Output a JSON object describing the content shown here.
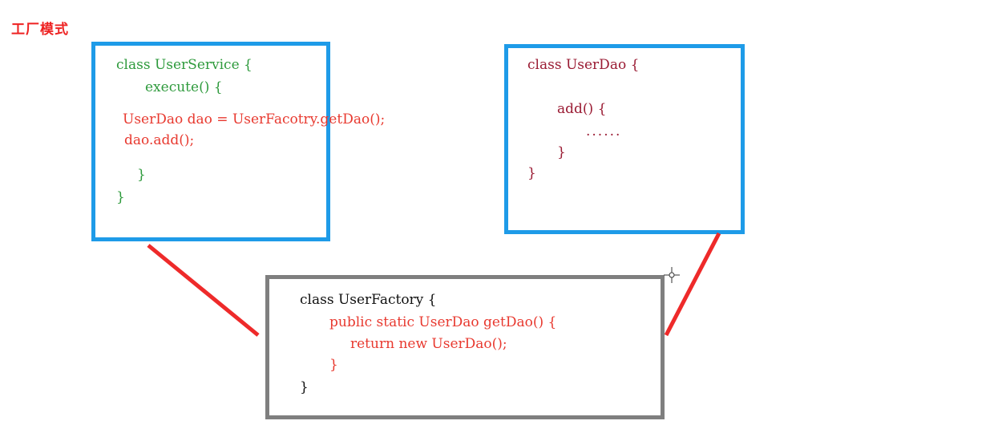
{
  "title": "工厂模式",
  "user_service": {
    "class_line": "class UserService {",
    "method_line": "execute() {",
    "stmt1": "UserDao dao = UserFacotry.getDao();",
    "stmt2": "dao.add();",
    "method_close": "}",
    "class_close": "}"
  },
  "user_dao": {
    "class_line": "class UserDao {",
    "method_line": "add() {",
    "body": "......",
    "method_close": "}",
    "class_close": "}"
  },
  "user_factory": {
    "class_line": "class UserFactory {",
    "method_line": "public static UserDao getDao() {",
    "return_line": "return new UserDao();",
    "method_close": "}",
    "class_close": "}"
  },
  "colors": {
    "box_border_blue": "#1e9be8",
    "box_border_gray": "#7f7f7f",
    "connector_red": "#ee2a2a",
    "title_red": "#ee2222"
  }
}
